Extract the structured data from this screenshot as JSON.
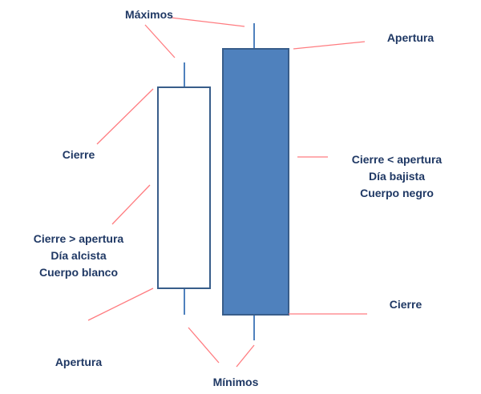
{
  "labels": {
    "maximos": "Máximos",
    "apertura_bearish": "Apertura",
    "cierre_bullish": "Cierre",
    "bearish_desc": [
      "Cierre < apertura",
      "Día bajista",
      "Cuerpo negro"
    ],
    "bullish_desc": [
      "Cierre > apertura",
      "Día alcista",
      "Cuerpo blanco"
    ],
    "cierre_bearish": "Cierre",
    "apertura_bullish": "Apertura",
    "minimos": "Mínimos"
  },
  "colors": {
    "text": "#1f3864",
    "candle_fill": "#4f81bd",
    "candle_border": "#385d8a",
    "leader_line": "#ff7c80"
  }
}
